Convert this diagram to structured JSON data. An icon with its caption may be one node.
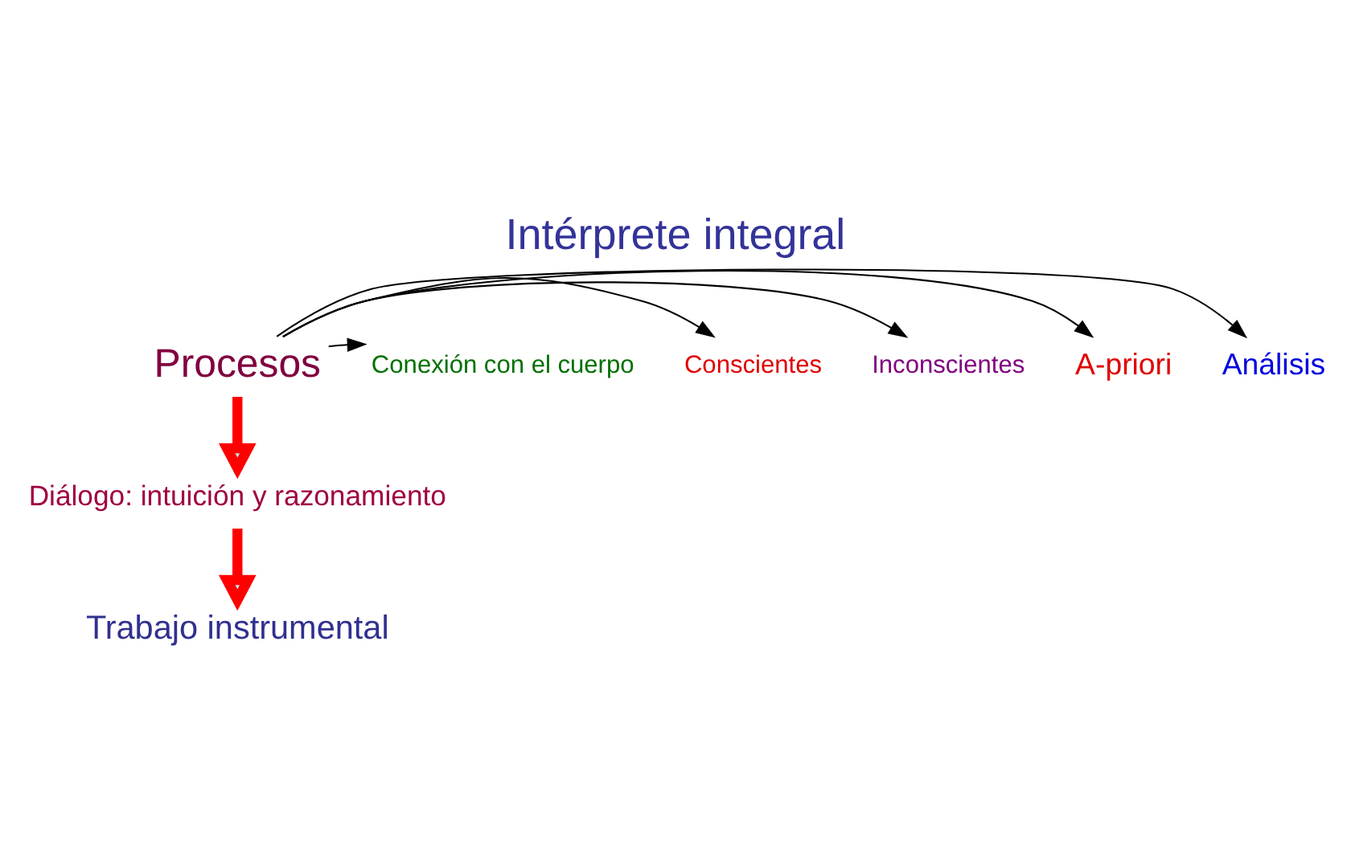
{
  "diagram": {
    "title": "Intérprete integral",
    "nodes": [
      {
        "text": [
          "Procesos"
        ]
      },
      {
        "text": [
          "A-priori"
        ]
      },
      {
        "text": [
          "Análisis"
        ]
      },
      {
        "text": [
          "Conexión con el cuerpo"
        ]
      },
      {
        "text": [
          "Conscientes"
        ]
      },
      {
        "text": [
          "Inconscientes"
        ]
      },
      {
        "text": [
          "Diálogo: intuición y razonamiento"
        ]
      },
      {
        "text": [
          "Trabajo instrumental"
        ]
      }
    ],
    "edges": [
      {
        "from": 0,
        "to": 1,
        "arrow": "to"
      },
      {
        "from": 0,
        "to": 2,
        "arrow": "to"
      },
      {
        "from": 0,
        "to": 3,
        "arrow": "to"
      },
      {
        "from": 0,
        "to": 4,
        "arrow": "to"
      },
      {
        "from": 0,
        "to": 5,
        "arrow": "to"
      },
      {
        "from": 0,
        "to": 6,
        "arrow": "to",
        "style": "thick",
        "color": "#ff0000"
      },
      {
        "from": 6,
        "to": 7,
        "arrow": "to",
        "style": "thick",
        "color": "#ff0000"
      }
    ]
  }
}
